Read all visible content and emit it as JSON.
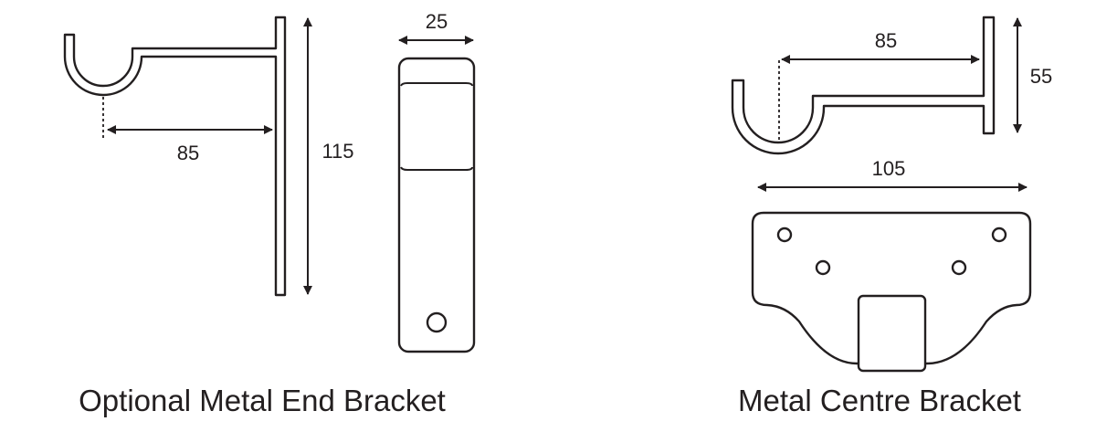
{
  "end_bracket": {
    "title": "Optional Metal End Bracket",
    "projection_label": "85",
    "height_label": "115",
    "width_label": "25"
  },
  "centre_bracket": {
    "title": "Metal Centre Bracket",
    "projection_label": "85",
    "height_label": "55",
    "width_label": "105"
  },
  "colors": {
    "line": "#231f20",
    "background": "#ffffff"
  }
}
